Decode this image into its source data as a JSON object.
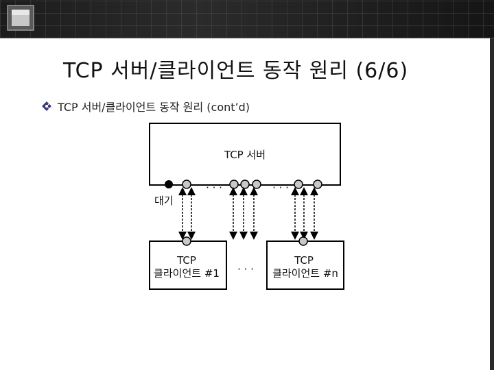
{
  "slide": {
    "title": "TCP 서버/클라이언트 동작 원리 (6/6)",
    "bullet": "TCP 서버/클라이언트 동작 원리 (cont’d)"
  },
  "diagram": {
    "server_label": "TCP 서버",
    "wait_label": "대기",
    "ellipsis": "· · ·",
    "client1_line1": "TCP",
    "client1_line2": "클라이언트 #1",
    "clientn_line1": "TCP",
    "clientn_line2": "클라이언트 #n"
  }
}
